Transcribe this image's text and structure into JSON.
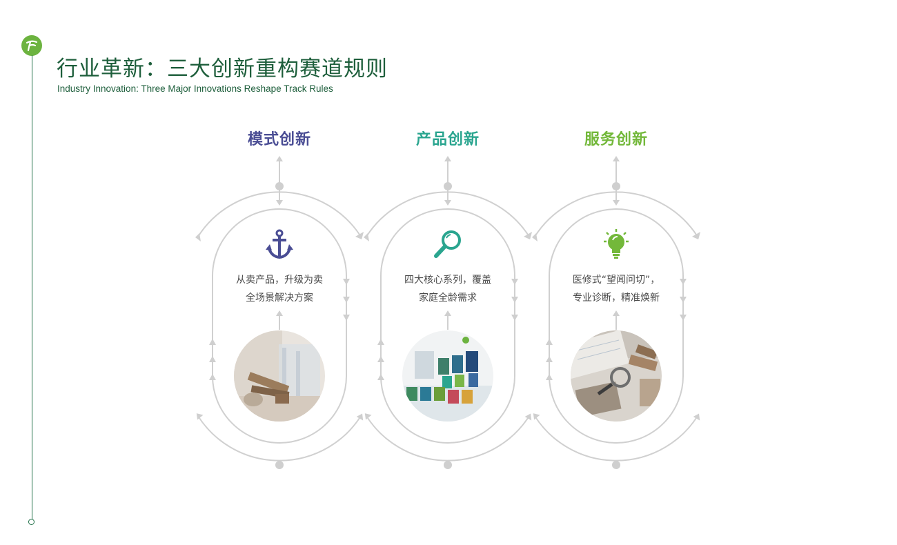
{
  "header": {
    "title": "行业革新：三大创新重构赛道规则",
    "subtitle": "Industry Innovation: Three Major Innovations Reshape Track Rules"
  },
  "colors": {
    "title": "#1d5e3b",
    "rail": "#1f6f47",
    "logo": "#6cb33f",
    "track": "#cfcfcf",
    "col1": "#4a4d94",
    "col2": "#2aa58f",
    "col3": "#73b83a"
  },
  "columns": [
    {
      "title": "模式创新",
      "icon": "anchor-icon",
      "desc_line1": "从卖产品，升级为卖",
      "desc_line2": "全场景解决方案",
      "photo": "construction-materials-room-photo"
    },
    {
      "title": "产品创新",
      "icon": "magnifier-icon",
      "desc_line1": "四大核心系列，覆盖",
      "desc_line2": "家庭全龄需求",
      "photo": "paint-cans-product-display-photo"
    },
    {
      "title": "服务创新",
      "icon": "lightbulb-icon",
      "desc_line1": "医修式“望闻问切”，",
      "desc_line2": "专业诊断，精准焕新",
      "photo": "blueprints-magnifier-samples-photo"
    }
  ]
}
